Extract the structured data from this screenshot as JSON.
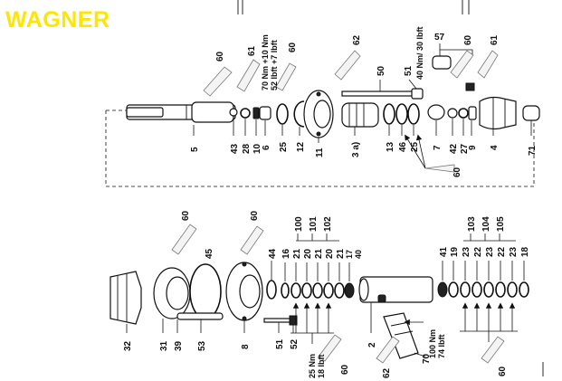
{
  "brand": {
    "name": "WAGNER",
    "color": "#ffe600"
  },
  "colors": {
    "line": "#111111",
    "background": "#ffffff",
    "grease_bubble": "#f4f4f4"
  },
  "diagram": {
    "torque_labels": {
      "t70": [
        "70 Nm +10 Nm",
        "52 lbft +7 lbft"
      ],
      "t40": [
        "40 Nm/ 30 lbft"
      ],
      "t100": [
        "100 Nm",
        "74 lbft"
      ],
      "t25": [
        "25 Nm",
        "18 lbft"
      ]
    },
    "top_labels": {
      "p5": "5",
      "p43": "43",
      "p28": "28",
      "p10": "10",
      "p6": "6",
      "p25a": "25",
      "p12": "12",
      "p11": "11",
      "p3a": "3 a)",
      "p13": "13",
      "p46": "46",
      "p25b": "25",
      "p7": "7",
      "p42": "42",
      "p27": "27",
      "p9": "9",
      "p4": "4",
      "p71": "71",
      "p50": "50",
      "p51": "51",
      "p57": "57"
    },
    "bottom_labels": {
      "p32": "32",
      "p31": "31",
      "p39": "39",
      "p53": "53",
      "p8": "8",
      "p45": "45",
      "p44": "44",
      "p16": "16",
      "p51b": "51",
      "p52": "52",
      "p2": "2",
      "p70": "70",
      "p41": "41",
      "p19": "19",
      "p18": "18"
    },
    "grease_refs": {
      "g1": "60",
      "g2": "61",
      "g3": "60",
      "g4": "62",
      "g5": "60",
      "g6": "61",
      "g7": "60",
      "g8": "60",
      "g9": "60",
      "g10": "60",
      "g11": "62",
      "g12": "60"
    },
    "left_stack": {
      "rows": [
        "100",
        "101",
        "102"
      ],
      "columns": [
        "21",
        "20",
        "21",
        "20",
        "21",
        "17",
        "40"
      ]
    },
    "right_stack": {
      "rows": [
        "103",
        "104",
        "105"
      ],
      "columns": [
        "23",
        "22",
        "23",
        "22",
        "23"
      ]
    }
  }
}
